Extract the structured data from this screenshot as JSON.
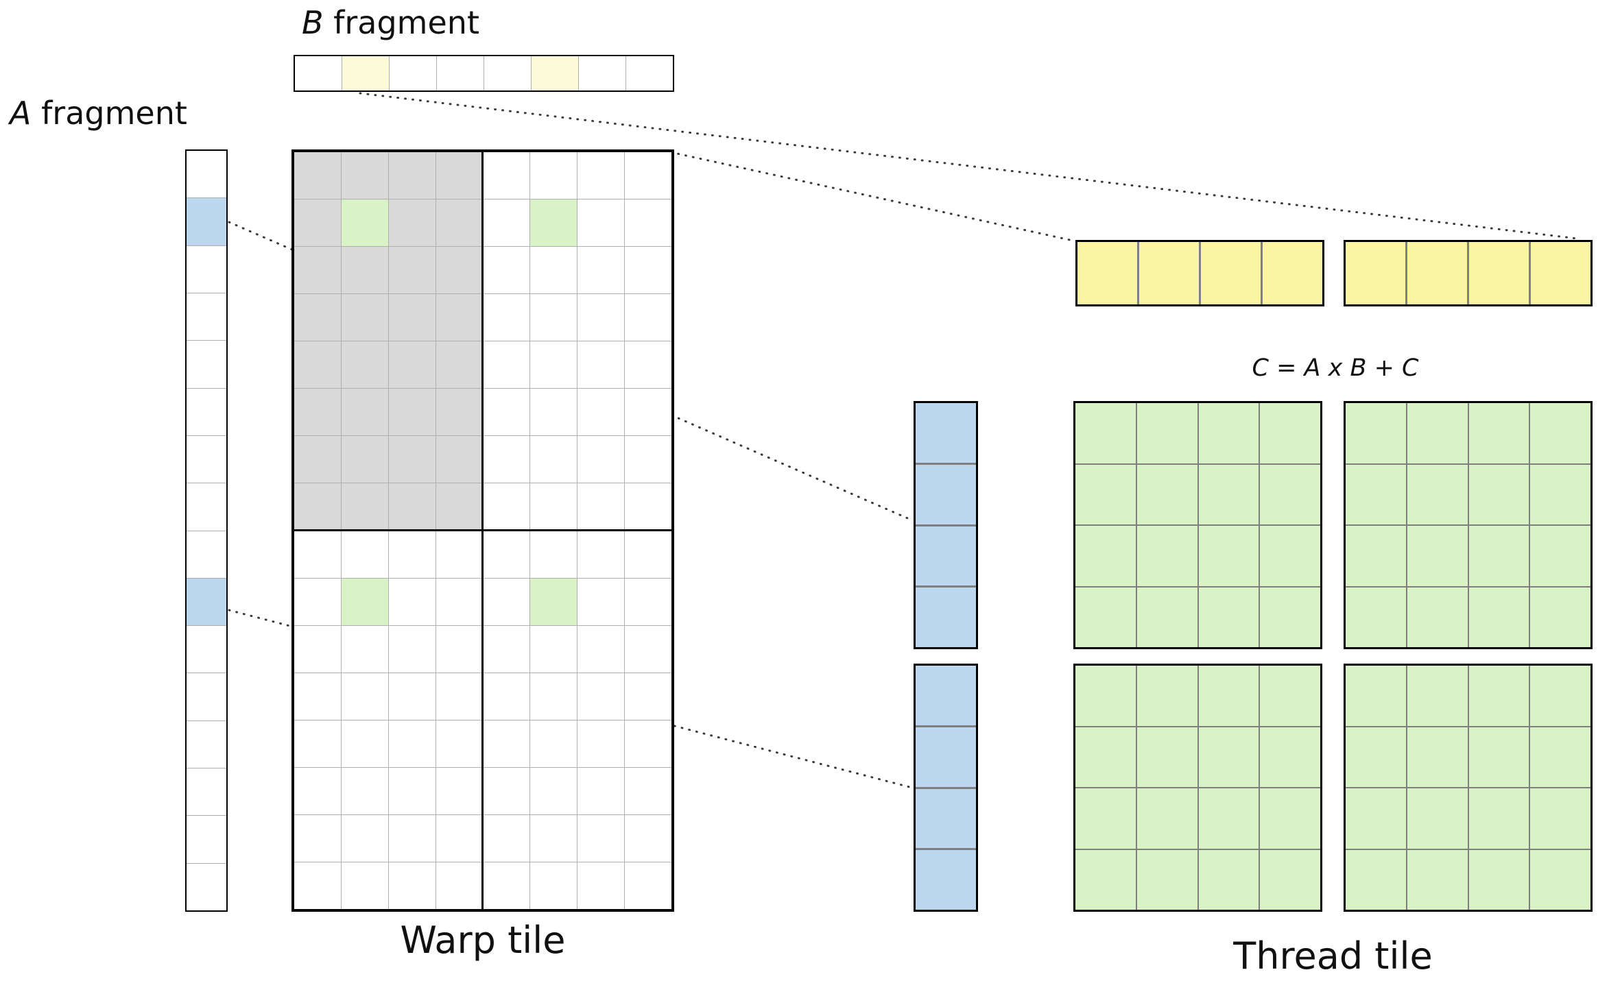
{
  "labels": {
    "a_fragment": {
      "italic": "A",
      "rest": " fragment"
    },
    "b_fragment": {
      "italic": "B",
      "rest": " fragment"
    },
    "warp_tile": "Warp tile",
    "thread_tile": "Thread tile",
    "equation": "C = A x B + C"
  },
  "colors": {
    "white": "#FFFFFF",
    "pale_yellow": "#FCFAD8",
    "yellow": "#F9F5A3",
    "blue": "#BDD7EE",
    "green": "#D9F2C6",
    "gray_region": "#D9D9D9",
    "thin_line": "#AFAFAF",
    "thick_line": "#7F7F7F",
    "border": "#000000",
    "connector": "#3A3A3A"
  },
  "grids": {
    "b_fragment_strip": {
      "rows": 1,
      "cols": 8,
      "cell_color": "white",
      "line": "thin_line",
      "gap": 1,
      "highlights": [
        {
          "color": "pale_yellow",
          "cells": [
            [
              0,
              1
            ],
            [
              0,
              5
            ]
          ]
        }
      ]
    },
    "a_fragment_strip": {
      "rows": 16,
      "cols": 1,
      "cell_color": "white",
      "line": "thin_line",
      "gap": 1,
      "highlights": [
        {
          "color": "blue",
          "cells": [
            [
              1,
              0
            ],
            [
              9,
              0
            ]
          ]
        }
      ]
    },
    "warp_tile": {
      "rows": 16,
      "cols": 8,
      "cell_color": "white",
      "line": "thin_line",
      "gap": 1,
      "region": {
        "color": "gray_region",
        "row_start": 0,
        "row_end": 7,
        "col_start": 0,
        "col_end": 3
      },
      "highlights": [
        {
          "color": "green",
          "cells": [
            [
              1,
              1
            ],
            [
              1,
              5
            ],
            [
              9,
              1
            ],
            [
              9,
              5
            ]
          ]
        }
      ]
    },
    "b_thread_strip_left": {
      "rows": 1,
      "cols": 4,
      "cell_color": "yellow",
      "line": "thick_line",
      "gap": 3
    },
    "b_thread_strip_right": {
      "rows": 1,
      "cols": 4,
      "cell_color": "yellow",
      "line": "thick_line",
      "gap": 3
    },
    "a_thread_strip_top": {
      "rows": 4,
      "cols": 1,
      "cell_color": "blue",
      "line": "thick_line",
      "gap": 3
    },
    "a_thread_strip_bottom": {
      "rows": 4,
      "cols": 1,
      "cell_color": "blue",
      "line": "thick_line",
      "gap": 3
    },
    "c_thread_tile_top_left": {
      "rows": 4,
      "cols": 4,
      "cell_color": "green",
      "line": "thick_line",
      "gap": 2
    },
    "c_thread_tile_top_right": {
      "rows": 4,
      "cols": 4,
      "cell_color": "green",
      "line": "thick_line",
      "gap": 2
    },
    "c_thread_tile_bottom_left": {
      "rows": 4,
      "cols": 4,
      "cell_color": "green",
      "line": "thick_line",
      "gap": 2
    },
    "c_thread_tile_bottom_right": {
      "rows": 4,
      "cols": 4,
      "cell_color": "green",
      "line": "thick_line",
      "gap": 2
    }
  }
}
